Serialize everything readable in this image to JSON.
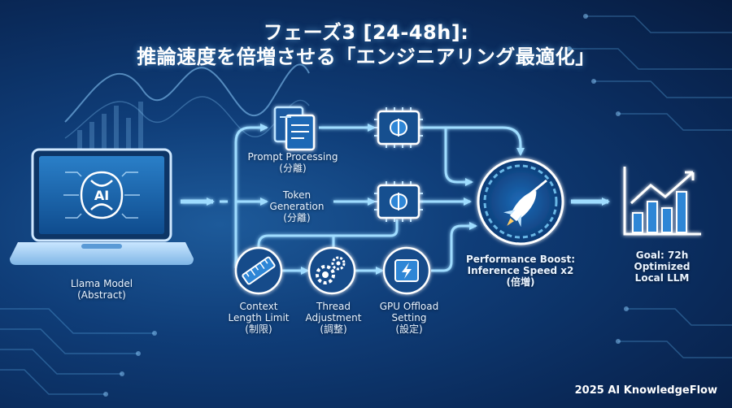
{
  "title": {
    "line1": "フェーズ3 [24-48h]:",
    "line2": "推論速度を倍増させる「エンジニアリング最適化」"
  },
  "nodes": {
    "llama": "Llama Model\n(Abstract)",
    "prompt": "Prompt Processing\n(分離)",
    "token": "Token\nGeneration\n(分離)",
    "context": "Context\nLength Limit\n(制限)",
    "thread": "Thread\nAdjustment\n(調整)",
    "gpu": "GPU Offload\nSetting\n(設定)",
    "boost": "Performance Boost:\nInference Speed x2\n(倍増)",
    "goal": "Goal: 72h\nOptimized\nLocal LLM"
  },
  "laptop_badge": "AI",
  "footer": "2025 AI KnowledgeFlow",
  "colors": {
    "accent": "#7fd4ff",
    "line": "#9fdcff",
    "bg_dark": "#071c40",
    "bg_light": "#1d5a9a"
  },
  "icons": [
    "ai-brain-icon",
    "documents-icon",
    "chip-brain-icon",
    "ruler-icon",
    "gears-icon",
    "gpu-bolt-icon",
    "rocket-gauge-icon",
    "growth-chart-icon"
  ]
}
